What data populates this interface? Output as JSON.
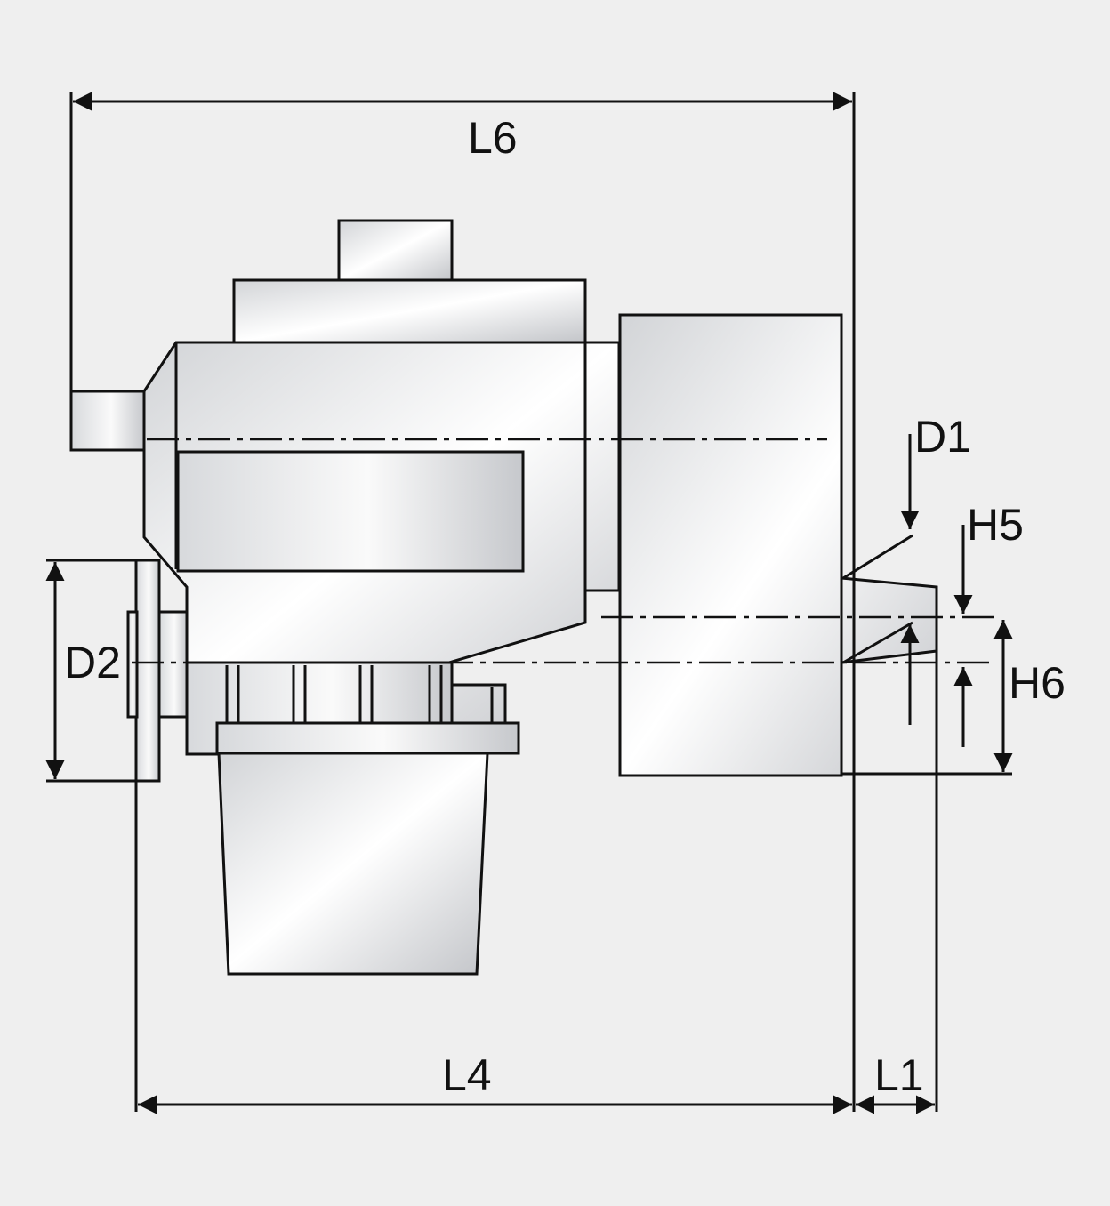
{
  "drawing": {
    "labels": {
      "L6": "L6",
      "D1": "D1",
      "H5": "H5",
      "D2": "D2",
      "H6": "H6",
      "L4": "L4",
      "L1": "L1"
    },
    "colors": {
      "background": "#efefef",
      "line": "#111111",
      "fill_light": "#ffffff",
      "fill_dark": "#c9cbcf"
    }
  }
}
